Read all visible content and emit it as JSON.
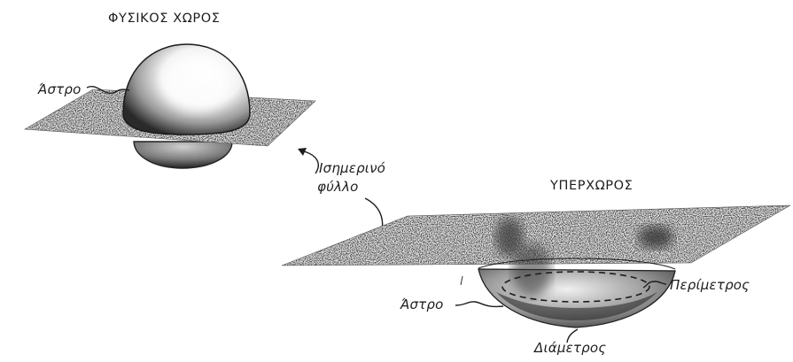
{
  "diagram": {
    "physical_space": {
      "title": "ΦΥΣΙΚΟΣ ΧΩΡΟΣ",
      "star_label": "Άστρο"
    },
    "equatorial_sheet_label": {
      "line1": "Ισημερινό",
      "line2": "φύλλο"
    },
    "hyperspace": {
      "title": "ΥΠΕΡΧΩΡΟΣ",
      "star_label": "Άστρο",
      "perimeter_label": "Περίμετρος",
      "diameter_label": "Διάμετρος"
    }
  }
}
